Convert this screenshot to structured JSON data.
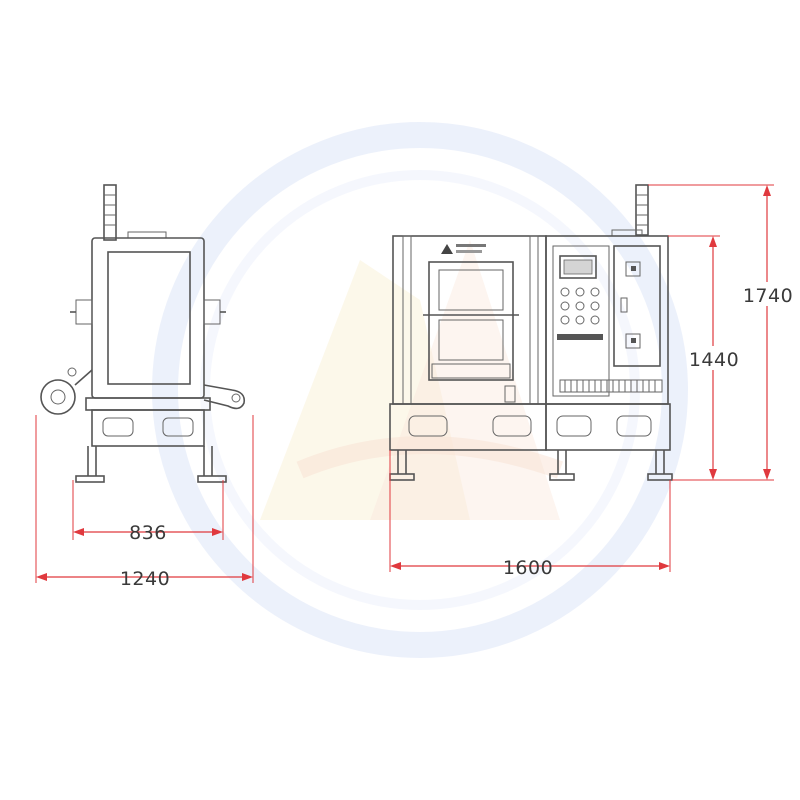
{
  "diagram": {
    "dimensions": {
      "front_base_width": "836",
      "front_total_width": "1240",
      "side_length": "1600",
      "body_height": "1440",
      "total_height": "1740"
    },
    "colors": {
      "dimension_line": "#e0393e",
      "outline": "#555555",
      "watermark_blue": "#b8c6ee",
      "watermark_yellow": "#f5e6b0",
      "watermark_orange": "#f7cdb5"
    },
    "watermark_icon": "circular-logo-watermark"
  }
}
